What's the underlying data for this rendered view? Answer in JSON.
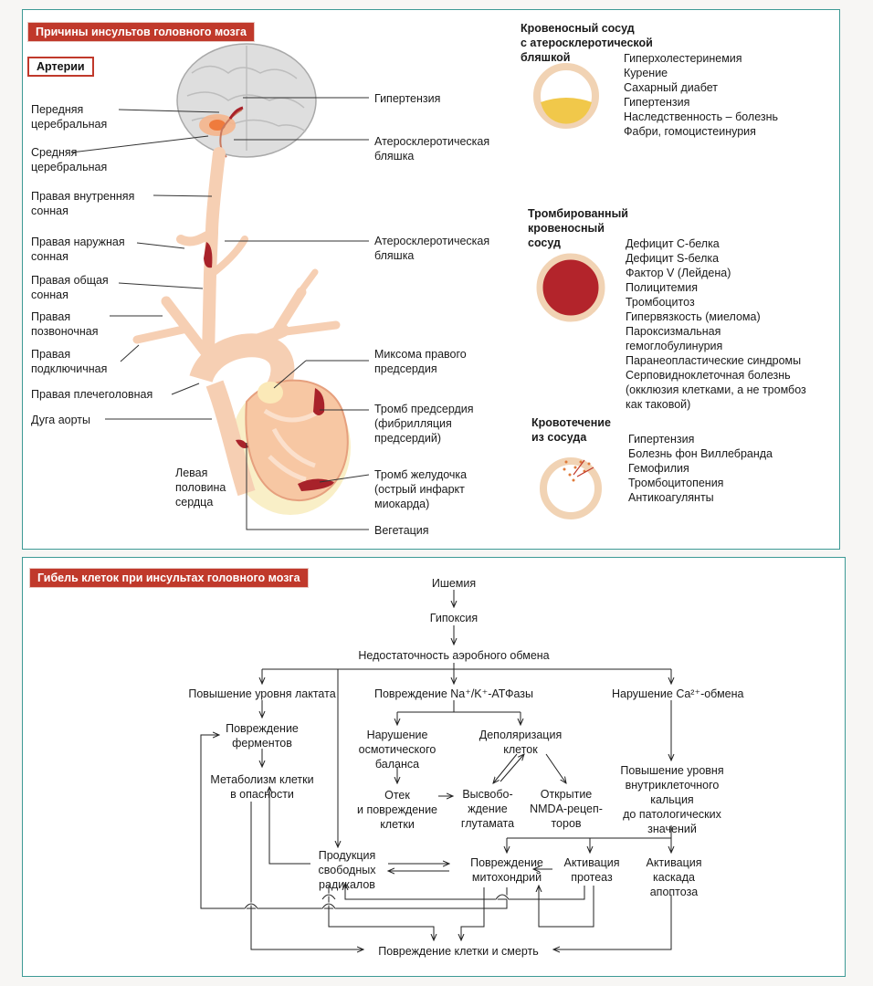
{
  "top": {
    "title": "Причины инсультов головного мозга",
    "arteries_badge": "Артерии",
    "left_labels": {
      "anterior": "Передняя\nцеребральная",
      "middle": "Средняя\nцеребральная",
      "internal_carotid": "Правая внутренняя\nсонная",
      "external_carotid": "Правая наружная\nсонная",
      "common_carotid": "Правая общая\nсонная",
      "vertebral": "Правая\nпозвоночная",
      "subclavian": "Правая\nподключичная",
      "brachiocephalic": "Правая плечеголовная",
      "aortic_arch": "Дуга аорты",
      "left_heart": "Левая\nполовина\nсердца"
    },
    "right_labels": {
      "hypertension": "Гипертензия",
      "plaque1": "Атеросклеротическая\nбляшка",
      "plaque2": "Атеросклеротическая\nбляшка",
      "myxoma": "Миксома правого\nпредсердия",
      "atrial_thrombus": "Тромб предсердия\n(фибрилляция\nпредсердий)",
      "ventricular_thrombus": "Тромб желудочка\n(острый инфаркт\nмиокарда)",
      "vegetation": "Вегетация"
    },
    "vessel1": {
      "heading": "Кровеносный сосуд\nс атеросклеротической\nбляшкой",
      "items": [
        "Гиперхолестеринемия",
        "Курение",
        "Сахарный диабет",
        "Гипертензия",
        "Наследственность – болезнь",
        "Фабри, гомоцистеинурия"
      ]
    },
    "vessel2": {
      "heading": "Тромбированный\nкровеносный\nсосуд",
      "items": [
        "Дефицит С-белка",
        "Дефицит S-белка",
        "Фактор V (Лейдена)",
        "Полицитемия",
        "Тромбоцитоз",
        "Гипервязкость (миелома)",
        "Пароксизмальная",
        "гемоглобулинурия",
        "Паранеопластические синдромы",
        "Серповидноклеточная болезнь",
        "(окклюзия клетками, а не тромбоз",
        "как таковой)"
      ]
    },
    "vessel3": {
      "heading": "Кровотечение\nиз сосуда",
      "items": [
        "Гипертензия",
        "Болезнь фон Виллебранда",
        "Гемофилия",
        "Тромбоцитопения",
        "Антикоагулянты"
      ]
    }
  },
  "bottom": {
    "title": "Гибель клеток при инсультах головного мозга",
    "nodes": {
      "ischemia": "Ишемия",
      "hypoxia": "Гипоксия",
      "aerobic": "Недостаточность аэробного обмена",
      "lactate": "Повышение уровня лактата",
      "atpase": "Повреждение Na⁺/K⁺-АТФазы",
      "calcium": "Нарушение Ca²⁺-обмена",
      "enzymes": "Повреждение\nферментов",
      "metabolism": "Метаболизм клетки\nв опасности",
      "osmotic": "Нарушение\nосмотического\nбаланса",
      "depolarization": "Деполяризация\nклеток",
      "edema": "Отек\nи повреждение\nклетки",
      "glutamate": "Высвобо-\nждение\nглутамата",
      "nmda": "Открытие\nNMDA-рецеп-\nторов",
      "calcium_rise": "Повышение уровня\nвнутриклеточного\nкальция\nдо патологических\nзначений",
      "radicals": "Продукция\nсвободных\nрадикалов",
      "mitochondria": "Повреждение\nмитохондрий",
      "proteases": "Активация\nпротеаз",
      "apoptosis": "Активация\nкаскада\nапоптоза",
      "death": "Повреждение клетки и смерть"
    }
  },
  "colors": {
    "teal_border": "#3d9a95",
    "title_red": "#c0392b",
    "artery": "#f6cfb3",
    "lesion": "#a8222a",
    "brain": "#dcdcdc"
  }
}
